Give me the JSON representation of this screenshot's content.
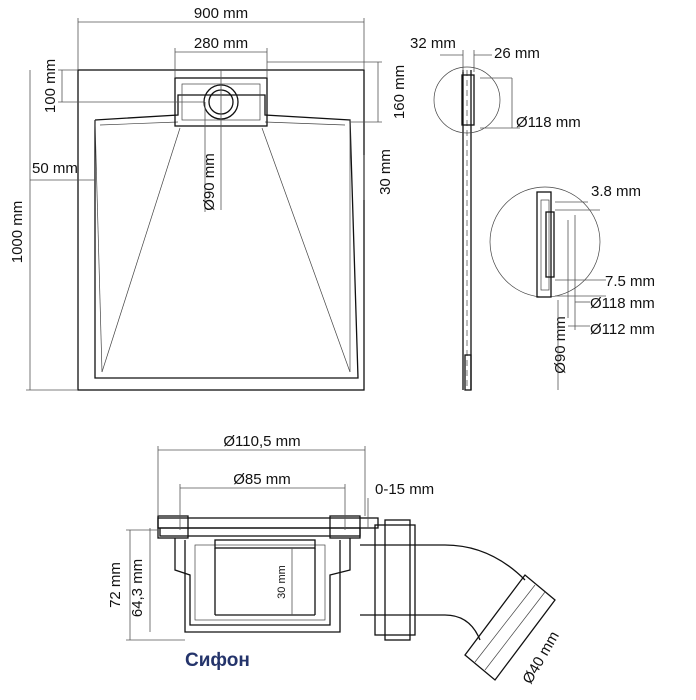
{
  "tray": {
    "width": "900 mm",
    "drain_width": "280 mm",
    "drain_offset": "100 mm",
    "drain_depth": "160 mm",
    "rim": "50 mm",
    "height": "1000 mm",
    "drain_diameter": "Ø90 mm",
    "rim_height": "30 mm"
  },
  "profile": {
    "thickness_a": "32 mm",
    "thickness_b": "26 mm",
    "diameter_118": "Ø118 mm"
  },
  "detail": {
    "d_3_8": "3.8 mm",
    "d_7_5": "7.5 mm",
    "d_118": "Ø118 mm",
    "d_112": "Ø112 mm",
    "d_90": "Ø90 mm"
  },
  "siphon": {
    "outer_diameter": "Ø110,5 mm",
    "inner_diameter": "Ø85 mm",
    "adjust": "0-15 mm",
    "height_total": "72 mm",
    "height_body": "64,3 mm",
    "depth": "30 mm",
    "outlet": "Ø40 mm",
    "caption": "Сифон"
  },
  "colors": {
    "caption": "#24346b",
    "line": "#111111"
  }
}
